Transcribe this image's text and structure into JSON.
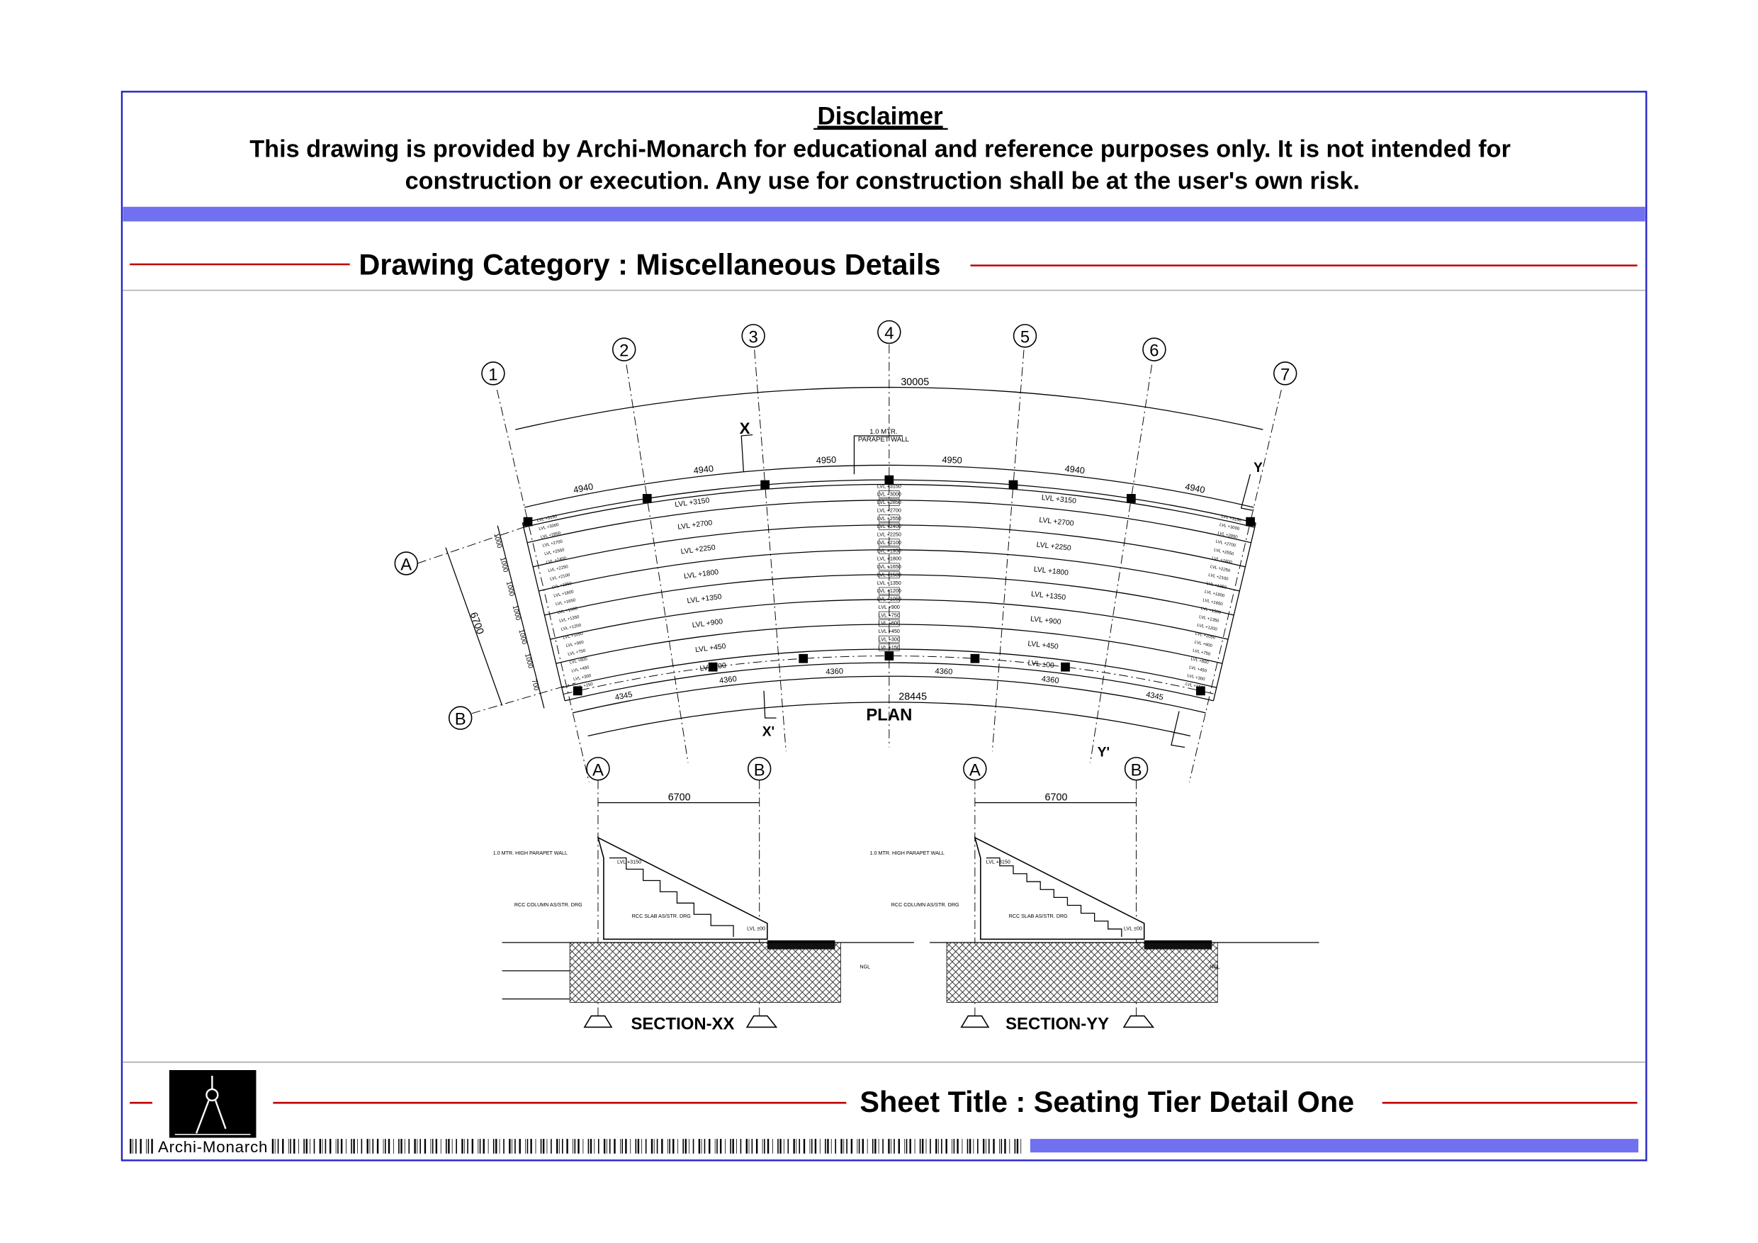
{
  "disclaimer": {
    "title": "Disclaimer",
    "line1": "This drawing is provided by Archi-Monarch for educational and reference purposes only. It is not intended for",
    "line2": "construction or execution. Any use for construction shall be at the user's own risk."
  },
  "category": "Drawing Category : Miscellaneous Details",
  "sheet_title": "Sheet Title : Seating Tier Detail One",
  "logo_text": "Archi-Monarch",
  "colors": {
    "border": "#2323c8",
    "band": "#7070f0",
    "rule": "#c00000"
  },
  "plan": {
    "title": "PLAN",
    "grids": [
      "1",
      "2",
      "3",
      "4",
      "5",
      "6",
      "7"
    ],
    "rows": [
      "A",
      "B"
    ],
    "outer_dim": "30005",
    "inner_dim": "28445",
    "top_dims": [
      "4940",
      "4940",
      "4950",
      "4950",
      "4940",
      "4940"
    ],
    "bottom_dims": [
      "4345",
      "4360",
      "4360",
      "4360",
      "4360",
      "4345"
    ],
    "depth_dim": "6700",
    "side_dims": [
      "1000",
      "1000",
      "1000",
      "1000",
      "1000",
      "1000",
      "700"
    ],
    "parapet_note": [
      "1.0 MTR.",
      "PARAPET WALL"
    ],
    "levels": [
      "LVL +3150",
      "LVL +2700",
      "LVL +2250",
      "LVL +1800",
      "LVL +1350",
      "LVL +900",
      "LVL +450",
      "LVL ±00"
    ],
    "center_levels": [
      "LVL +3150",
      "LVL +3000",
      "LVL +2850",
      "LVL +2700",
      "LVL +2550",
      "LVL +2400",
      "LVL +2250",
      "LVL +2100",
      "LVL +1950",
      "LVL +1800",
      "LVL +1650",
      "LVL +1500",
      "LVL +1350",
      "LVL +1200",
      "LVL +1050",
      "LVL +900",
      "LVL +750",
      "LVL +600",
      "LVL +450",
      "LVL +300",
      "LVL +150"
    ],
    "section_marks": [
      "X",
      "X'",
      "Y",
      "Y'"
    ]
  },
  "sections": [
    {
      "title": "SECTION-XX",
      "dim": "6700",
      "rows": [
        "A",
        "B"
      ]
    },
    {
      "title": "SECTION-YY",
      "dim": "6700",
      "rows": [
        "A",
        "B"
      ]
    }
  ],
  "section_notes": {
    "parapet": "1.0 MTR. HIGH PARAPET WALL",
    "column": "RCC COLUMN AS/STR. DRG",
    "slab": "RCC SLAB AS/STR. DRG",
    "ngl": "NGL",
    "top_level": "LVL +3150",
    "bottom_level": "LVL ±00"
  }
}
